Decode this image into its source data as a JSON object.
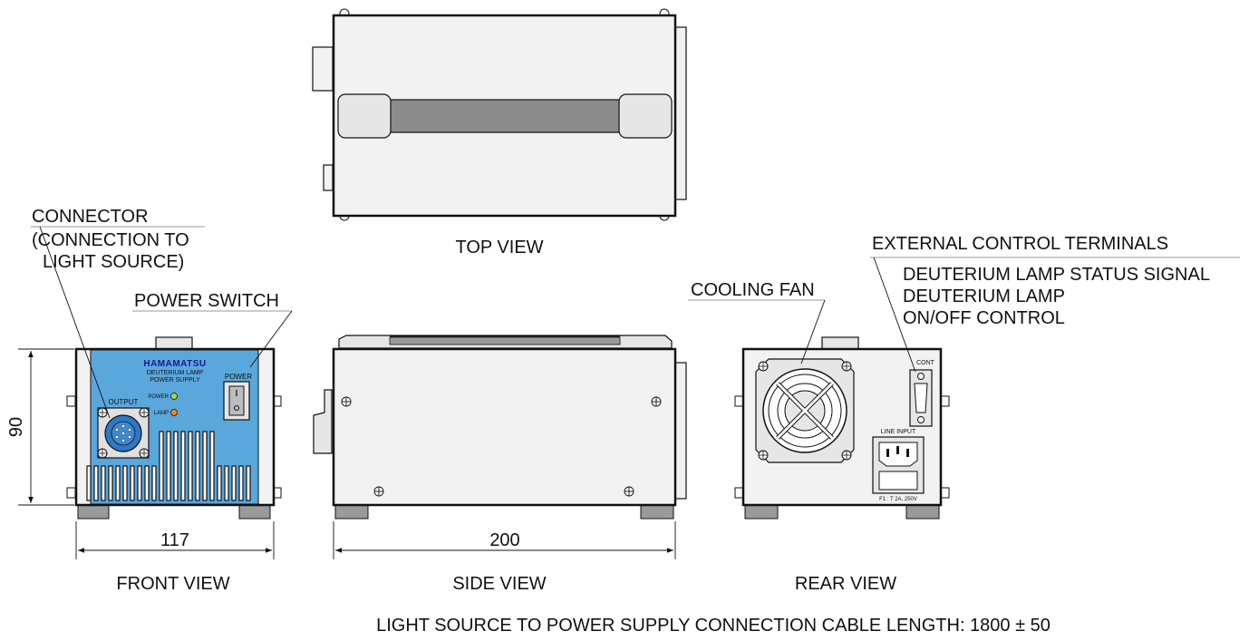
{
  "colors": {
    "panel_blue": "#5aa7dc",
    "body_gray": "#f2f2f2",
    "handle_gray": "#8c8c8c",
    "foot_gray": "#9a9a9a",
    "lamp_orange": "#f08a1c",
    "power_green": "#a8d84a"
  },
  "labels": {
    "top_view": "TOP VIEW",
    "front_view": "FRONT VIEW",
    "side_view": "SIDE VIEW",
    "rear_view": "REAR VIEW",
    "connector": "CONNECTOR",
    "connector_sub1": "(CONNECTION TO",
    "connector_sub2": "LIGHT SOURCE)",
    "power_switch": "POWER SWITCH",
    "cooling_fan": "COOLING FAN",
    "external_control": "EXTERNAL CONTROL TERMINALS",
    "ext_line1": "DEUTERIUM LAMP STATUS SIGNAL",
    "ext_line2": "DEUTERIUM LAMP",
    "ext_line3": "ON/OFF CONTROL",
    "cable_length": "LIGHT SOURCE TO POWER SUPPLY CONNECTION CABLE LENGTH: 1800 ± 50"
  },
  "dimensions": {
    "width": "117",
    "length": "200",
    "height": "90"
  },
  "front_panel": {
    "brand": "HAMAMATSU",
    "product_line1": "DEUTERIUM LAMP",
    "product_line2": "POWER SUPPLY",
    "output": "OUTPUT",
    "power_led": "POWER",
    "lamp_led": "LAMP",
    "power_switch": "POWER"
  },
  "rear_panel": {
    "cont": "CONT",
    "line_input": "LINE INPUT",
    "fuse": "F1 : T 2A, 250V"
  }
}
